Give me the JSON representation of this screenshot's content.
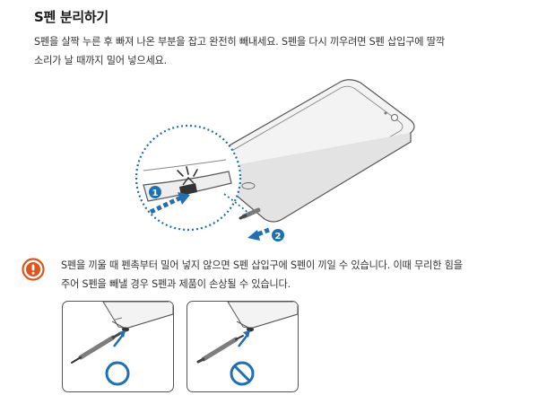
{
  "section": {
    "title": "S펜 분리하기",
    "instructions": [
      "S펜을 살짝 누른 후 빠져 나온 부분을 잡고 완전히 빼내세요. S펜을 다시 끼우려면 S펜 삽입구에 딸깍",
      "소리가 날 때까지 밀어 넣으세요."
    ]
  },
  "figure": {
    "step_labels": [
      "1",
      "2"
    ],
    "accent_color": "#1f6fb4"
  },
  "caution": {
    "icon": "caution-icon",
    "icon_color": "#e0531b",
    "lines": [
      "S펜을 끼울 때 펜촉부터 밀어 넣지 않으면 S펜 삽입구에 S펜이 끼일 수 있습니다. 이때 무리한 힘을",
      "주어 S펜을 빼낼 경우 S펜과 제품이 손상될 수 있습니다."
    ]
  },
  "examples": [
    {
      "symbol": "correct-circle-icon"
    },
    {
      "symbol": "prohibited-icon"
    }
  ]
}
